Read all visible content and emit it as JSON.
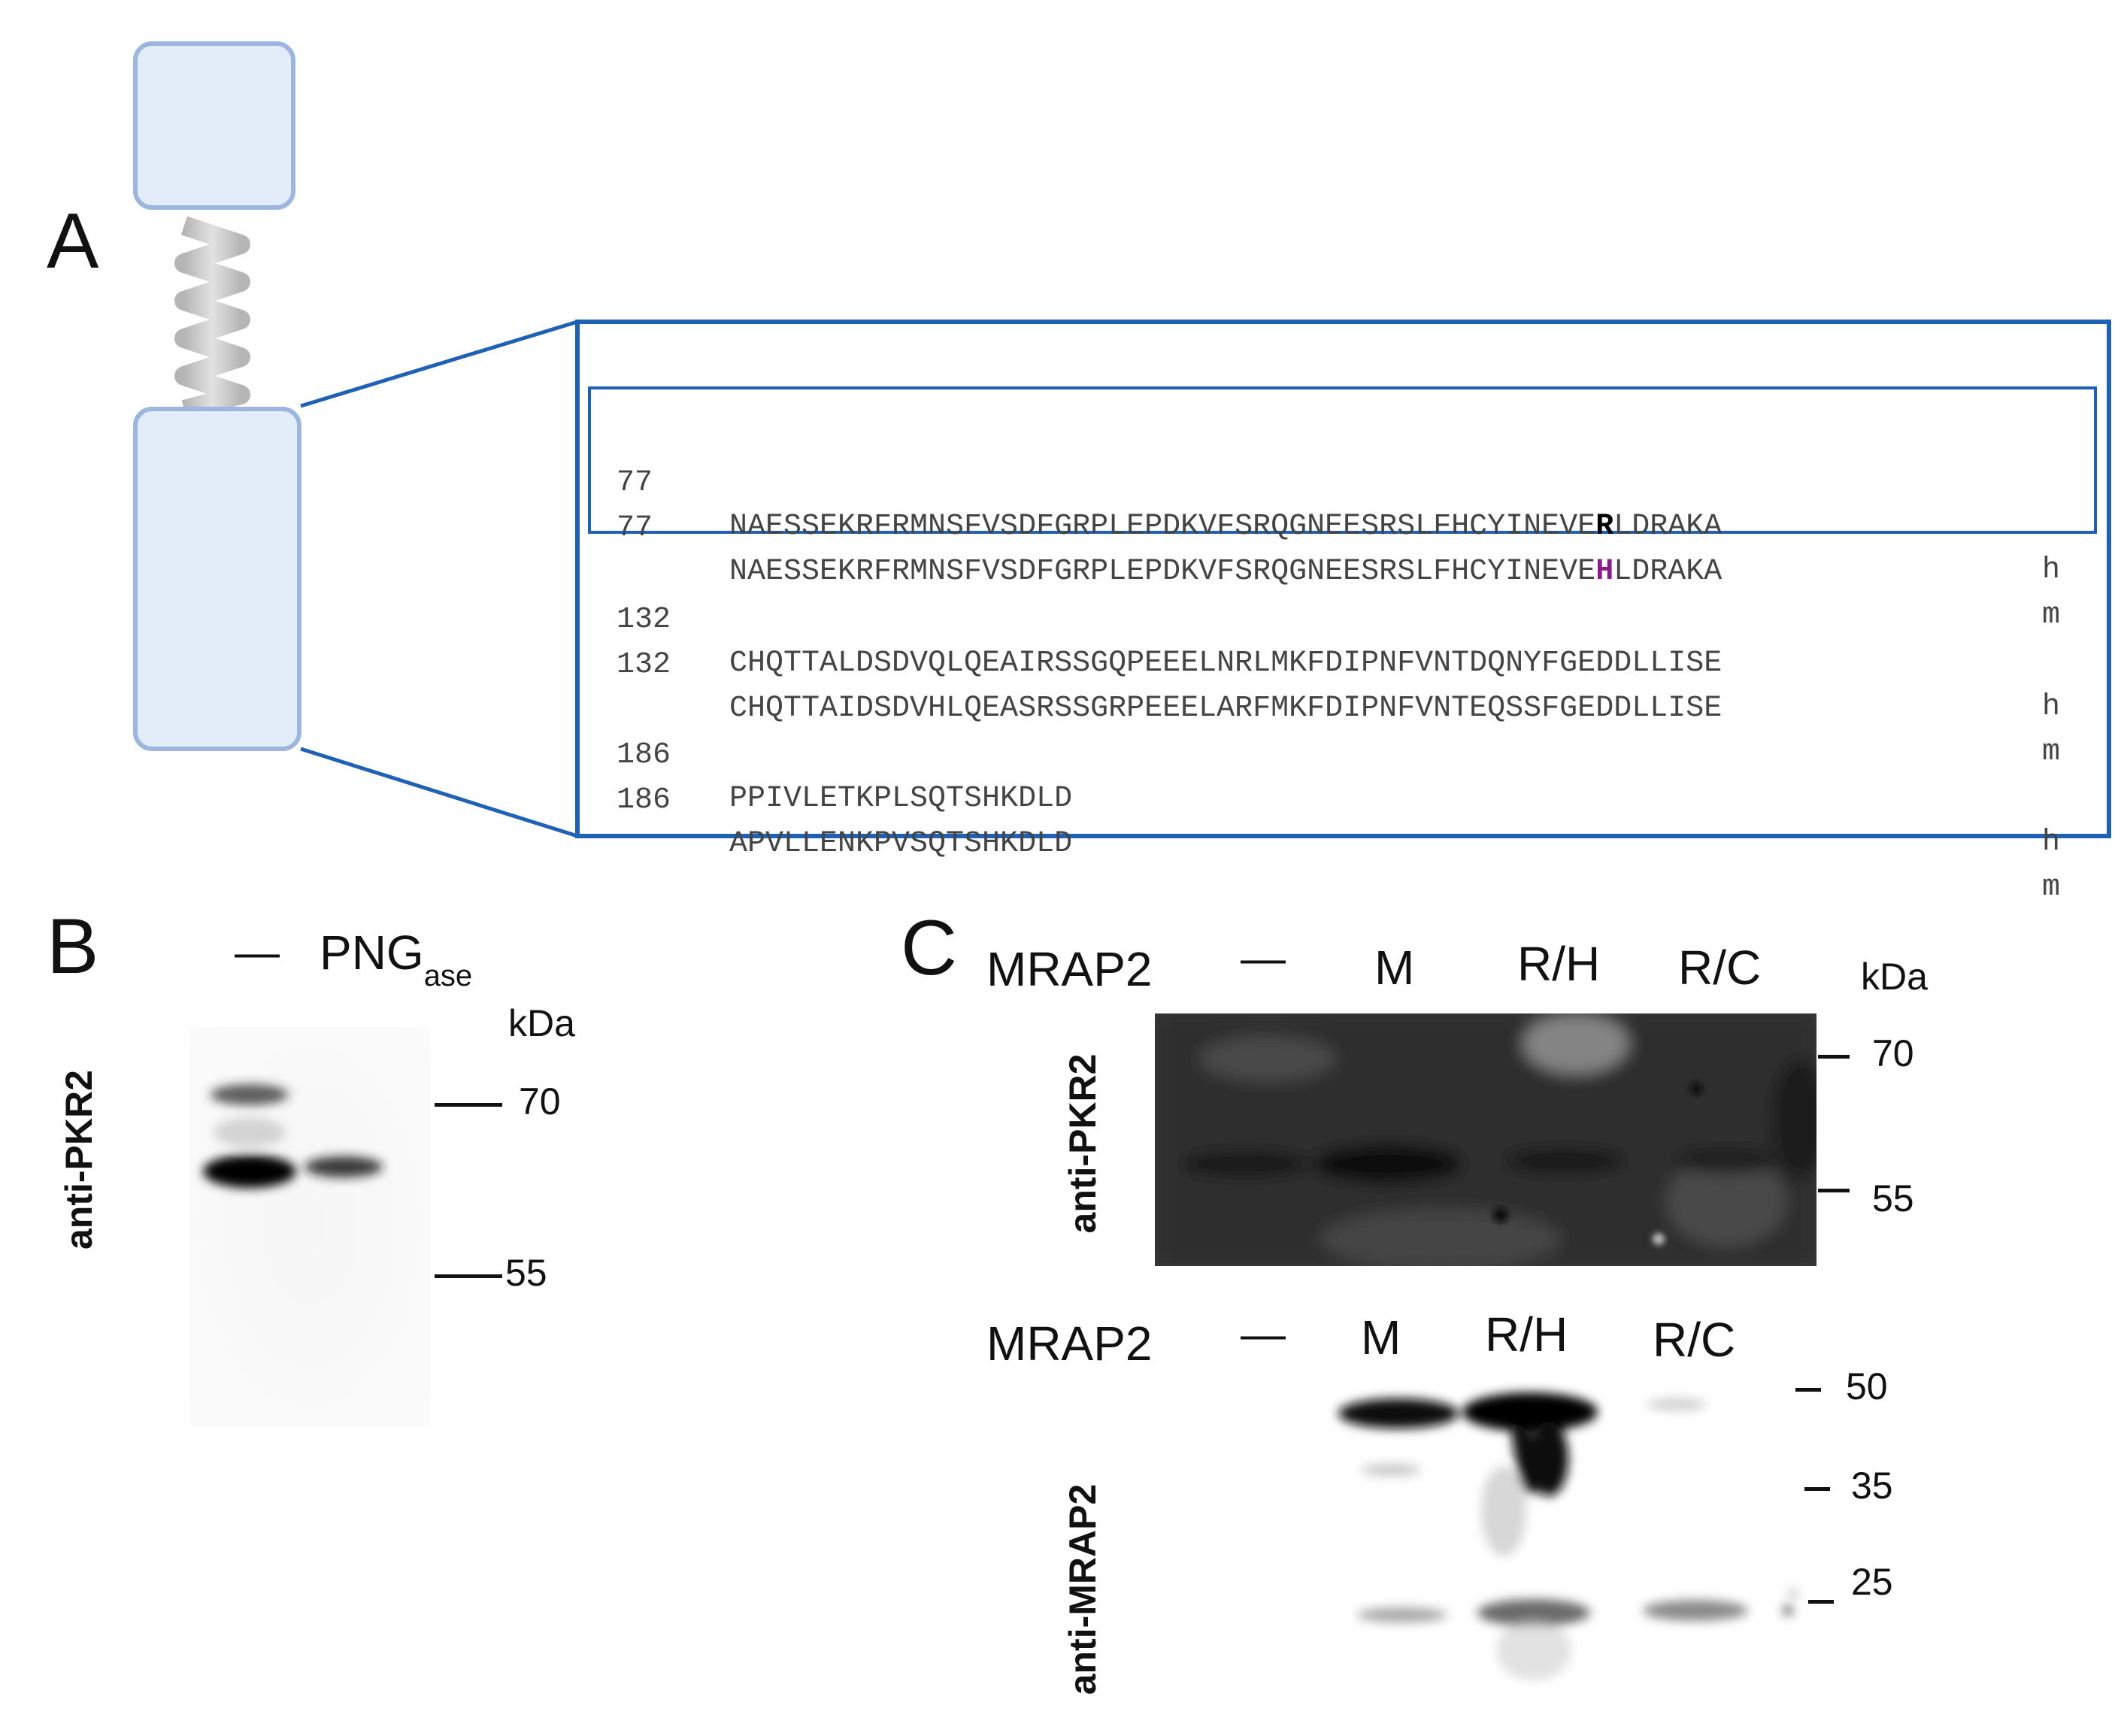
{
  "panels": {
    "a": "A",
    "b": "B",
    "c": "C"
  },
  "colors": {
    "box_border": "#1f62b5",
    "domain_fill": "#e3edfa",
    "domain_stroke": "#9cb6e0",
    "helix": "#c8c8c8",
    "mutation_human": "#000000",
    "mutation_mouse": "#8e1b8e"
  },
  "alignment": {
    "rows": [
      {
        "pos": "77",
        "pre": "NAESSEKRFRMNSFVSDFGRPLEPDKVFSRQGNEESRSLFHCYINEVE",
        "mut": "R",
        "post": "LDRAKA",
        "species": "h",
        "style": "bold"
      },
      {
        "pos": "77",
        "pre": "NAESSEKRFRMNSFVSDFGRPLEPDKVFSRQGNEESRSLFHCYINEVE",
        "mut": "H",
        "post": "LDRAKA",
        "species": "m",
        "style": "purple"
      },
      {
        "pos": "132",
        "pre": "CHQTTALDSDVQLQEAIRSSGQPEEELNRLMKFDIPNFVNTDQNYFGEDDLLISE",
        "mut": "",
        "post": "",
        "species": "h"
      },
      {
        "pos": "132",
        "pre": "CHQTTAIDSDVHLQEASRSSGRPEEELARFMKFDIPNFVNTEQSSFGEDDLLISE",
        "mut": "",
        "post": "",
        "species": "m"
      },
      {
        "pos": "186",
        "pre": "PPIVLETKPLSQTSHKDLD",
        "mut": "",
        "post": "",
        "species": "h"
      },
      {
        "pos": "186",
        "pre": "APVLLENKPVSQTSHKDLD",
        "mut": "",
        "post": "",
        "species": "m"
      }
    ]
  },
  "panel_b": {
    "lane_labels": {
      "minus": "—",
      "png_main": "PNG",
      "png_sub": "ase"
    },
    "kda": "kDa",
    "antibody": "anti-PKR2",
    "markers": [
      {
        "label": "70"
      },
      {
        "label": "55"
      }
    ]
  },
  "panel_c": {
    "row_label": "MRAP2",
    "lanes": [
      "—",
      "M",
      "R/H",
      "R/C"
    ],
    "kda": "kDa",
    "top_antibody": "anti-PKR2",
    "bottom_antibody": "anti-MRAP2",
    "top_markers": [
      {
        "label": "70"
      },
      {
        "label": "55"
      }
    ],
    "bottom_markers": [
      {
        "label": "50"
      },
      {
        "label": "35"
      },
      {
        "label": "25"
      }
    ]
  }
}
